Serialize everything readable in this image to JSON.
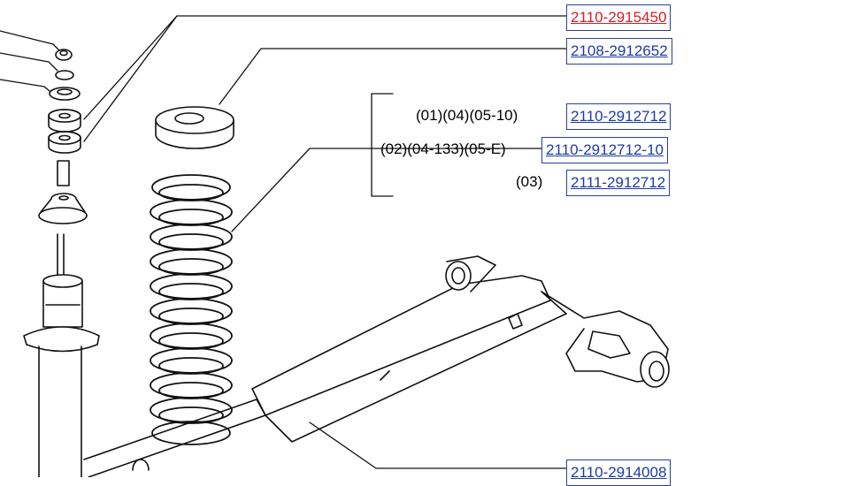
{
  "part_links": [
    {
      "id": "top-nut-bushing-set",
      "number": "2110-2915450",
      "highlighted": true
    },
    {
      "id": "spring-insulator",
      "number": "2108-2912652",
      "highlighted": false
    },
    {
      "id": "coil-spring-01",
      "number": "2110-2912712",
      "highlighted": false
    },
    {
      "id": "coil-spring-02",
      "number": "2110-2912712-10",
      "highlighted": false
    },
    {
      "id": "coil-spring-03",
      "number": "2111-2912712",
      "highlighted": false
    },
    {
      "id": "rear-beam",
      "number": "2110-2914008",
      "highlighted": false
    }
  ],
  "variant_notes": [
    "(01)(04)(05-10)",
    "(02)(04-133)(05-E)",
    "(03)"
  ],
  "colors": {
    "link_blue": "#1f3aa6",
    "link_red": "#d2202a",
    "box_border": "#2a3f9e",
    "line_art": "#111111"
  }
}
